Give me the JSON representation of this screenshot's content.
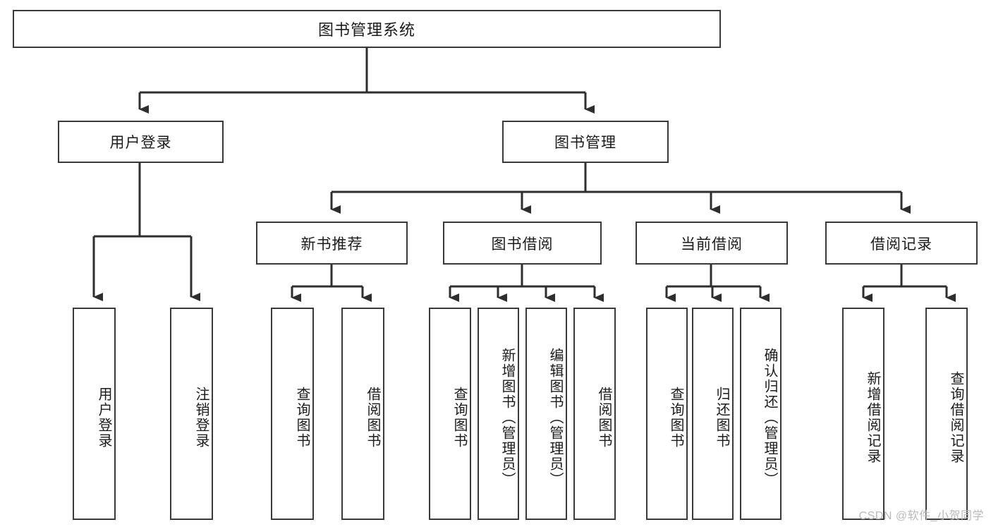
{
  "diagram": {
    "title": "图书管理系统",
    "type": "tree",
    "levels": 4,
    "root": {
      "label": "图书管理系统"
    },
    "branches": [
      {
        "label": "用户登录",
        "children": [
          {
            "label": "用户登录"
          },
          {
            "label": "注销登录"
          }
        ]
      },
      {
        "label": "图书管理",
        "children": [
          {
            "label": "新书推荐",
            "children": [
              {
                "label": "查询图书"
              },
              {
                "label": "借阅图书"
              }
            ]
          },
          {
            "label": "图书借阅",
            "children": [
              {
                "label": "查询图书"
              },
              {
                "label": "新增图书（管理员）"
              },
              {
                "label": "编辑图书（管理员）"
              },
              {
                "label": "借阅图书"
              }
            ]
          },
          {
            "label": "当前借阅",
            "children": [
              {
                "label": "查询图书"
              },
              {
                "label": "归还图书"
              },
              {
                "label": "确认归还（管理员）"
              }
            ]
          },
          {
            "label": "借阅记录",
            "children": [
              {
                "label": "新增借阅记录"
              },
              {
                "label": "查询借阅记录"
              }
            ]
          }
        ]
      }
    ]
  },
  "watermark": {
    "text": "CSDN @软件_小贺同学"
  },
  "colors": {
    "node_border": "#3a3a3a",
    "node_fill": "#ffffff",
    "edge": "#2e2e2e",
    "text": "#1b1b1b",
    "watermark": "#b9b9b9",
    "background": "#ffffff"
  }
}
